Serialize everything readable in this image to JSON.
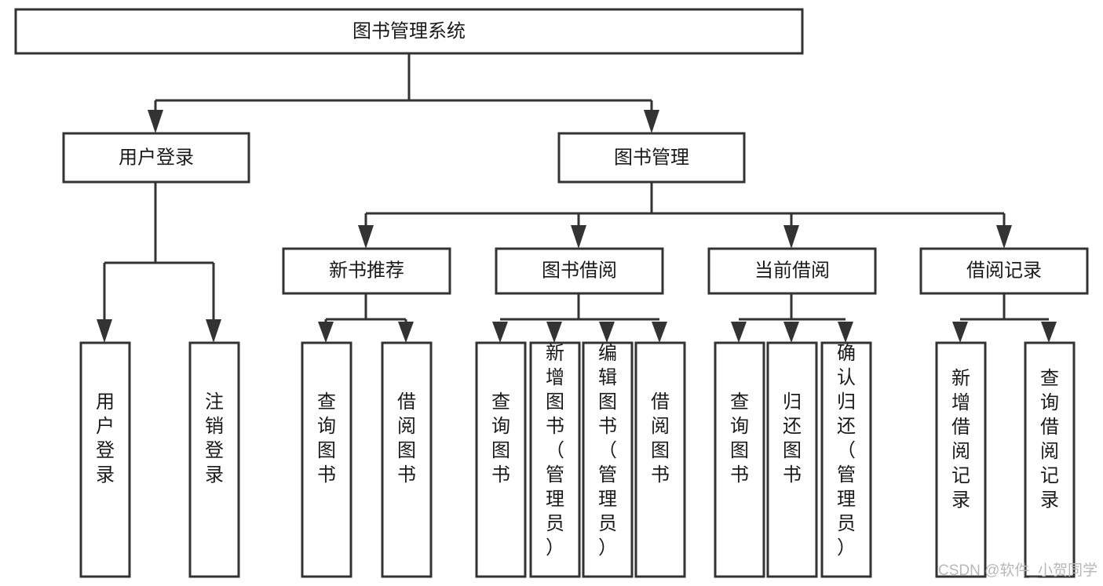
{
  "diagram": {
    "title": "图书管理系统",
    "type": "tree-hierarchy-chart",
    "root": {
      "label": "图书管理系统"
    },
    "level2": [
      {
        "label": "用户登录"
      },
      {
        "label": "图书管理"
      }
    ],
    "level3": [
      {
        "label": "新书推荐"
      },
      {
        "label": "图书借阅"
      },
      {
        "label": "当前借阅"
      },
      {
        "label": "借阅记录"
      }
    ],
    "leaves": {
      "user_login": [
        {
          "label": "用户登录"
        },
        {
          "label": "注销登录"
        }
      ],
      "new_book_recommend": [
        {
          "label": "查询图书"
        },
        {
          "label": "借阅图书"
        }
      ],
      "book_borrow": [
        {
          "label": "查询图书"
        },
        {
          "label": "新增图书（管理员）"
        },
        {
          "label": "编辑图书（管理员）"
        },
        {
          "label": "借阅图书"
        }
      ],
      "current_borrow": [
        {
          "label": "查询图书"
        },
        {
          "label": "归还图书"
        },
        {
          "label": "确认归还（管理员）"
        }
      ],
      "borrow_record": [
        {
          "label": "新增借阅记录"
        },
        {
          "label": "查询借阅记录"
        }
      ]
    }
  },
  "watermark": {
    "text": "CSDN @软件_小贺同学"
  },
  "colors": {
    "stroke": "#333333",
    "box_fill": "#ffffff",
    "text": "#1a1a1a",
    "watermark": "#b8b8b8",
    "background": "#ffffff"
  }
}
